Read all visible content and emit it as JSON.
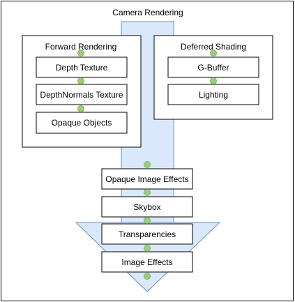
{
  "diagram": {
    "title": "Camera Rendering",
    "groups": {
      "forward": {
        "title": "Forward Rendering",
        "steps": [
          "Depth Texture",
          "DepthNormals Texture",
          "Opaque Objects"
        ]
      },
      "deferred": {
        "title": "Deferred Shading",
        "steps": [
          "G-Buffer",
          "Lighting"
        ]
      }
    },
    "pipeline": [
      "Opaque Image Effects",
      "Skybox",
      "Transparencies",
      "Image Effects"
    ]
  },
  "colors": {
    "arrow_fill": "#dae8fc",
    "arrow_stroke": "#6c8ebf",
    "connector_fill": "#97d077",
    "connector_stroke": "#82b366",
    "box_stroke": "#000000",
    "box_fill": "#ffffff"
  }
}
